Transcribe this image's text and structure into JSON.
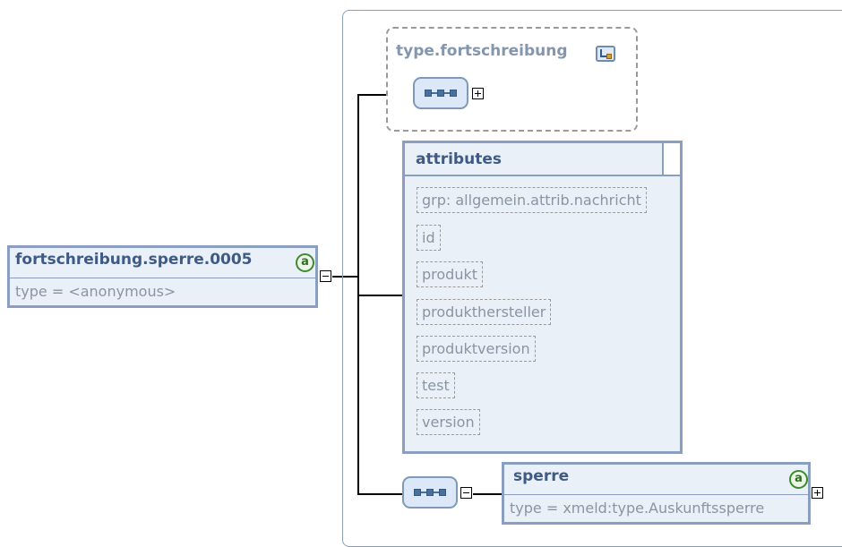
{
  "group": {
    "name": "type.fortschreibung",
    "type_icon": "complex-type-icon"
  },
  "root_element": {
    "name": "fortschreibung.sperre.0005",
    "type": "type = <anonymous>",
    "attr_badge": "a"
  },
  "attributes": {
    "title": "attributes",
    "items": [
      "grp: allgemein.attrib.nachricht",
      "id",
      "produkt",
      "produkthersteller",
      "produktversion",
      "test",
      "version"
    ]
  },
  "child_element": {
    "name": "sperre",
    "type": "type = xmeld:type.Auskunftssperre",
    "attr_badge": "a"
  },
  "colors": {
    "border": "#8a9fbf",
    "fill": "#eaf0f8",
    "title": "#3e5a85",
    "muted": "#8a94a3",
    "badge": "#3f8a2e"
  },
  "icons": [
    "sequence-icon",
    "expand-icon",
    "collapse-icon",
    "attribute-badge-icon",
    "complex-type-icon"
  ]
}
